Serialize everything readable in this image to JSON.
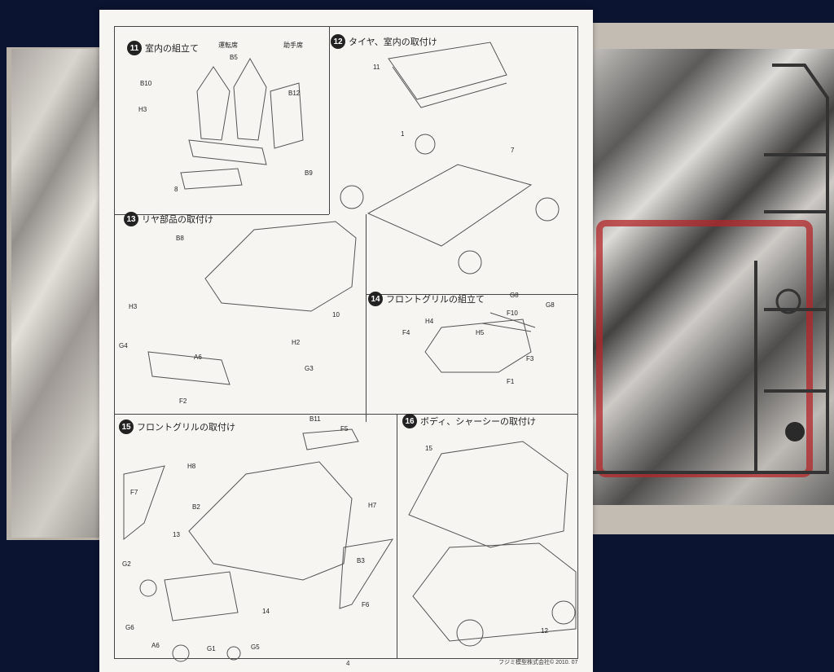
{
  "steps": [
    {
      "num": "11",
      "title": "室内の組立て"
    },
    {
      "num": "12",
      "title": "タイヤ、室内の取付け"
    },
    {
      "num": "13",
      "title": "リヤ部品の取付け"
    },
    {
      "num": "14",
      "title": "フロントグリルの組立て"
    },
    {
      "num": "15",
      "title": "フロントグリルの取付け"
    },
    {
      "num": "16",
      "title": "ボディ、シャーシーの取付け"
    }
  ],
  "labels": {
    "s11": [
      "B10",
      "B12",
      "B5",
      "B9",
      "H3",
      "8",
      "運転席",
      "助手席"
    ],
    "s12": [
      "11",
      "7",
      "1"
    ],
    "s13": [
      "B8",
      "H3",
      "G4",
      "A6",
      "H2",
      "G3",
      "F2",
      "10"
    ],
    "s14": [
      "G8",
      "F10",
      "H4",
      "F4",
      "H5",
      "F3",
      "F1",
      "G8"
    ],
    "s15": [
      "B11",
      "F5",
      "H8",
      "F7",
      "B2",
      "H7",
      "B3",
      "F6",
      "G2",
      "G6",
      "A6",
      "G1",
      "G5",
      "13",
      "14"
    ],
    "s16": [
      "15",
      "12"
    ]
  },
  "footer": {
    "page": "4",
    "copyright": "フジミ模型株式会社© 2010. 07"
  },
  "colors": {
    "background": "#0b1430",
    "sheet": "#f6f5f1",
    "sprue_red": "#b3262a"
  }
}
